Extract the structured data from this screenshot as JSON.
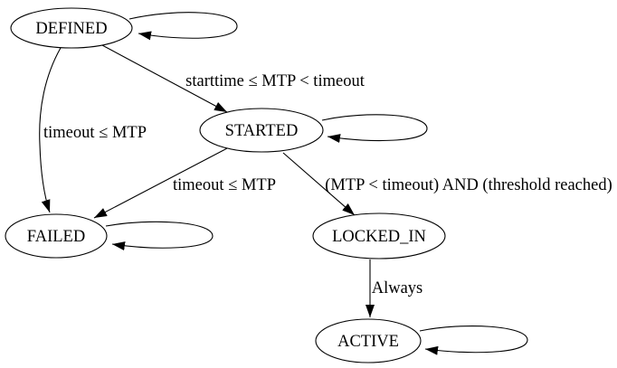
{
  "diagram": {
    "type": "state-machine",
    "background_color": "#ffffff",
    "line_color": "#000000",
    "text_color": "#000000",
    "nodes": [
      {
        "id": "DEFINED",
        "label": "DEFINED"
      },
      {
        "id": "STARTED",
        "label": "STARTED"
      },
      {
        "id": "FAILED",
        "label": "FAILED"
      },
      {
        "id": "LOCKED_IN",
        "label": "LOCKED_IN"
      },
      {
        "id": "ACTIVE",
        "label": "ACTIVE"
      }
    ],
    "edges": [
      {
        "from": "DEFINED",
        "to": "STARTED",
        "label": "starttime ≤ MTP < timeout"
      },
      {
        "from": "DEFINED",
        "to": "FAILED",
        "label": "timeout ≤ MTP"
      },
      {
        "from": "STARTED",
        "to": "FAILED",
        "label": "timeout ≤ MTP"
      },
      {
        "from": "STARTED",
        "to": "LOCKED_IN",
        "label": "(MTP < timeout) AND (threshold reached)"
      },
      {
        "from": "LOCKED_IN",
        "to": "ACTIVE",
        "label": "Always"
      }
    ],
    "self_loops": [
      {
        "state": "DEFINED"
      },
      {
        "state": "STARTED"
      },
      {
        "state": "FAILED"
      },
      {
        "state": "ACTIVE"
      }
    ]
  }
}
